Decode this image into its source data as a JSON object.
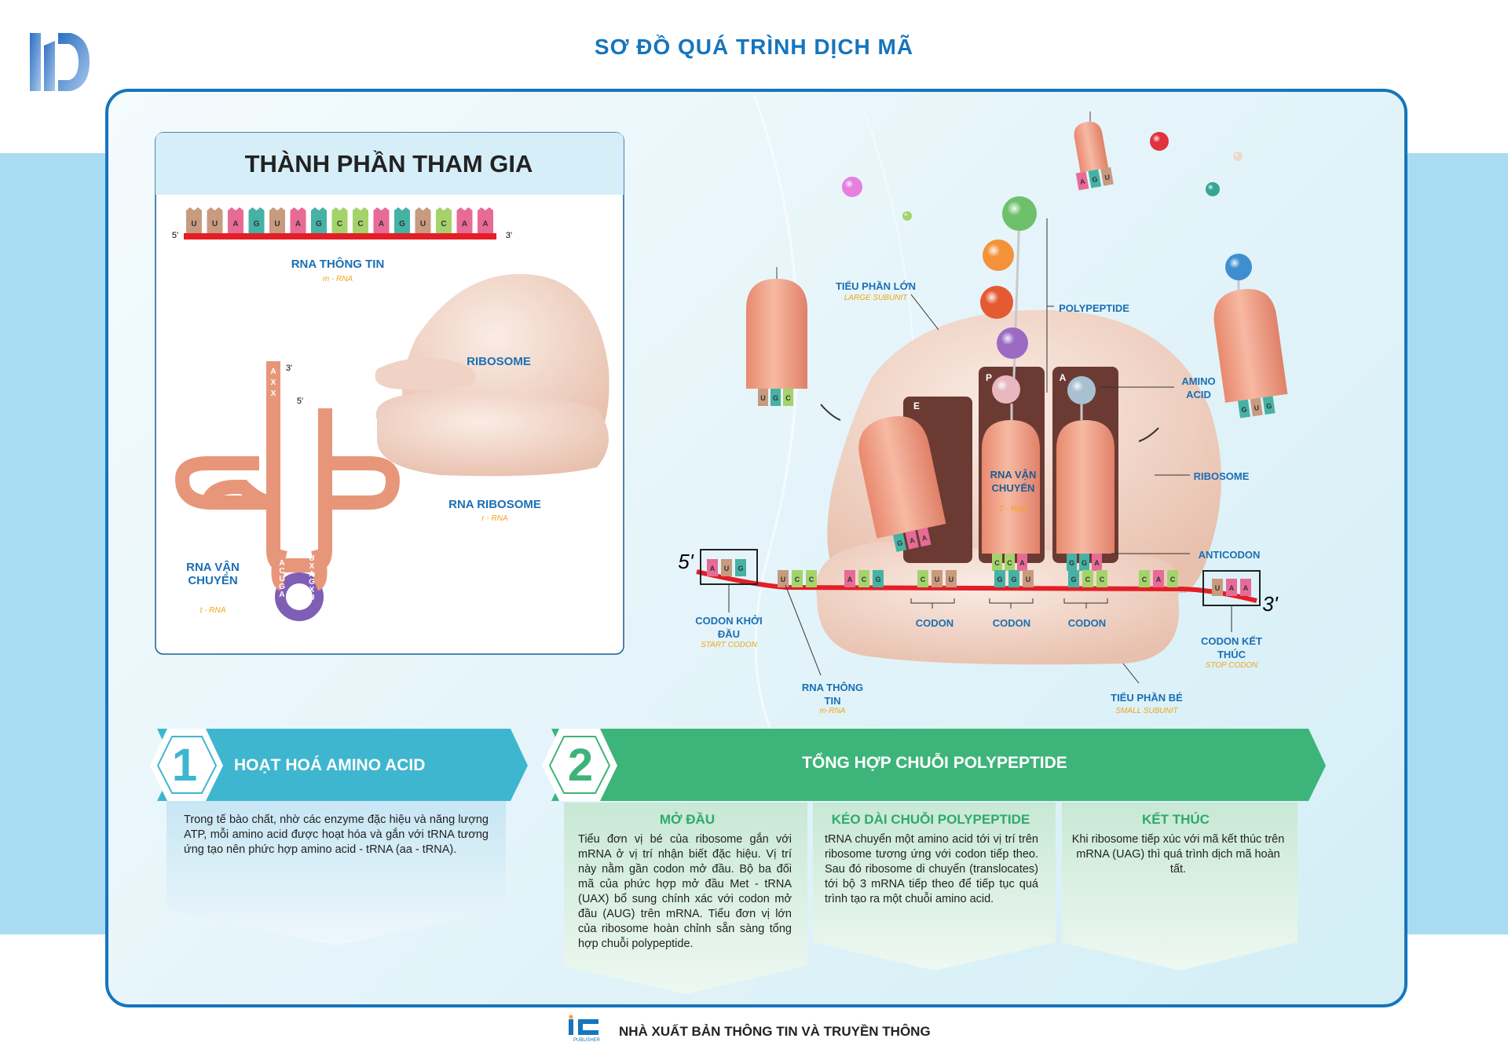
{
  "title": "SƠ ĐỒ QUÁ TRÌNH DỊCH MÃ",
  "components_panel": {
    "title": "THÀNH PHẦN THAM GIA",
    "mrna_sequence": [
      "U",
      "U",
      "A",
      "G",
      "U",
      "A",
      "G",
      "C",
      "C",
      "A",
      "G",
      "U",
      "C",
      "A",
      "A"
    ],
    "end5": "5'",
    "end3": "3'",
    "mrna_label": "RNA THÔNG TIN",
    "mrna_sub": "m - RNA",
    "ribosome_label": "RIBOSOME",
    "rrna_label": "RNA RIBOSOME",
    "rrna_sub": "r - RNA",
    "trna_label": "RNA VẬN CHUYỂN",
    "trna_sub": "t - RNA",
    "trna_3": "3'",
    "trna_5": "5'",
    "trna_acceptor": [
      "A",
      "X",
      "X"
    ],
    "trna_anticodon": [
      "U",
      "A",
      "X"
    ],
    "trna_left_stem": [
      "A",
      "C",
      "U",
      "G",
      "A"
    ],
    "trna_right_stem": [
      "U",
      "X",
      "A",
      "G",
      "X",
      "U"
    ]
  },
  "main_diagram": {
    "large_subunit": "TIỂU PHẦN LỚN",
    "large_subunit_en": "LARGE SUBUNIT",
    "polypeptide": "POLYPEPTIDE",
    "amino_acid": "AMINO ACID",
    "ribosome": "RIBOSOME",
    "anticodon": "ANTICODON",
    "trna": "RNA VẬN CHUYỂN",
    "trna_sub": "T - RNA",
    "site_e": "E",
    "site_p": "P",
    "site_a": "A",
    "codon": "CODON",
    "start_codon": "CODON KHỞI ĐẦU",
    "start_codon_en": "START CODON",
    "stop_codon": "CODON KẾT THÚC",
    "stop_codon_en": "STOP CODON",
    "mrna": "RNA THÔNG TIN",
    "mrna_sub": "m-RNA",
    "small_subunit": "TIỂU PHẦN BÉ",
    "small_subunit_en": "SMALL SUBUNIT",
    "end5": "5'",
    "end3": "3'",
    "mrna_bases": [
      "A",
      "U",
      "G",
      "U",
      "C",
      "C",
      "A",
      "C",
      "G",
      "C",
      "U",
      "U",
      "G",
      "G",
      "U",
      "G",
      "C",
      "C",
      "C",
      "A",
      "C",
      "U",
      "A",
      "A"
    ],
    "anticodons": {
      "e": [
        "G",
        "A",
        "A"
      ],
      "p": [
        "C",
        "C",
        "A"
      ],
      "a": [
        "G",
        "G",
        "A"
      ]
    }
  },
  "step1": {
    "number": "1",
    "title": "HOẠT HOÁ AMINO ACID",
    "text": "Trong tế bào chất, nhờ các enzyme đặc hiệu và năng lượng ATP, mỗi amino acid được hoạt hóa và gắn với tRNA tương ứng tạo nên phức hợp amino acid - tRNA (aa - tRNA)."
  },
  "step2": {
    "number": "2",
    "title": "TỔNG HỢP CHUỖI POLYPEPTIDE",
    "sections": [
      {
        "title": "MỞ ĐẦU",
        "text": "Tiểu đơn vị bé của ribosome gắn với mRNA ở vị trí nhận biết đặc hiệu. Vị trí này nằm gần codon mở đầu. Bộ ba đối mã của phức hợp mở đầu Met - tRNA (UAX) bổ sung chính xác với codon mở đầu (AUG) trên mRNA. Tiểu đơn vị lớn của ribosome hoàn chỉnh sẵn sàng tổng hợp chuỗi polypeptide."
      },
      {
        "title": "KÉO DÀI CHUỖI POLYPEPTIDE",
        "text": "tRNA chuyển một amino acid tới vị trí trên ribosome tương ứng với codon tiếp theo. Sau đó ribosome di chuyển (translocates) tới bộ 3 mRNA tiếp theo để tiếp tục quá trình tạo ra một chuỗi amino acid."
      },
      {
        "title": "KẾT THÚC",
        "text": "Khi ribosome tiếp xúc với mã kết thúc trên mRNA (UAG) thì quá trình dịch mã hoàn tất."
      }
    ]
  },
  "footer": {
    "publisher": "NHÀ XUẤT BẢN THÔNG TIN VÀ TRUYỀN THÔNG",
    "publisher_logo_text": "PUBLISHER"
  },
  "colors": {
    "brand_blue": "#1675bd",
    "step1": "#3fb6cf",
    "step2": "#3db479",
    "mrna_red": "#e41e26",
    "ribosome": "#f3d9cd",
    "trna": "#f0a58c",
    "site": "#6b3b33"
  }
}
